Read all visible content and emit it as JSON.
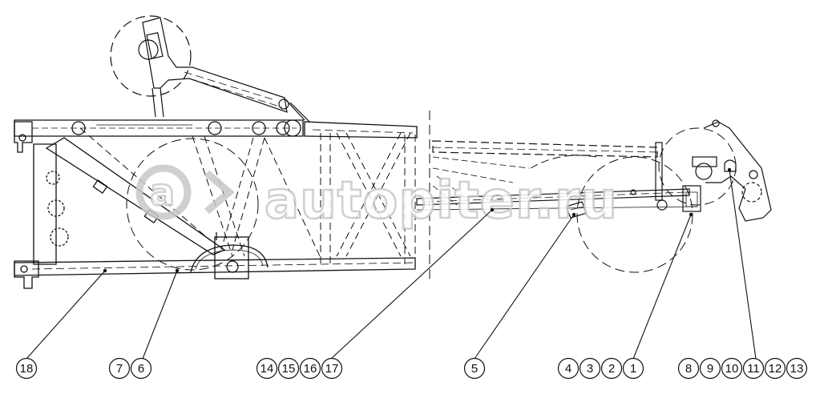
{
  "watermark": {
    "text": "autopiter.ru"
  },
  "callouts": [
    {
      "id": "c18",
      "labels": [
        "18"
      ]
    },
    {
      "id": "c7-6",
      "labels": [
        "7",
        "6"
      ]
    },
    {
      "id": "c14-17",
      "labels": [
        "14",
        "15",
        "16",
        "17"
      ]
    },
    {
      "id": "c5",
      "labels": [
        "5"
      ]
    },
    {
      "id": "c4-1",
      "labels": [
        "4",
        "3",
        "2",
        "1"
      ]
    },
    {
      "id": "c8-13",
      "labels": [
        "8",
        "9",
        "10",
        "11",
        "12",
        "13"
      ]
    }
  ],
  "colors": {
    "line": "#111111",
    "watermark": "#c8c8c8",
    "background": "#ffffff"
  }
}
